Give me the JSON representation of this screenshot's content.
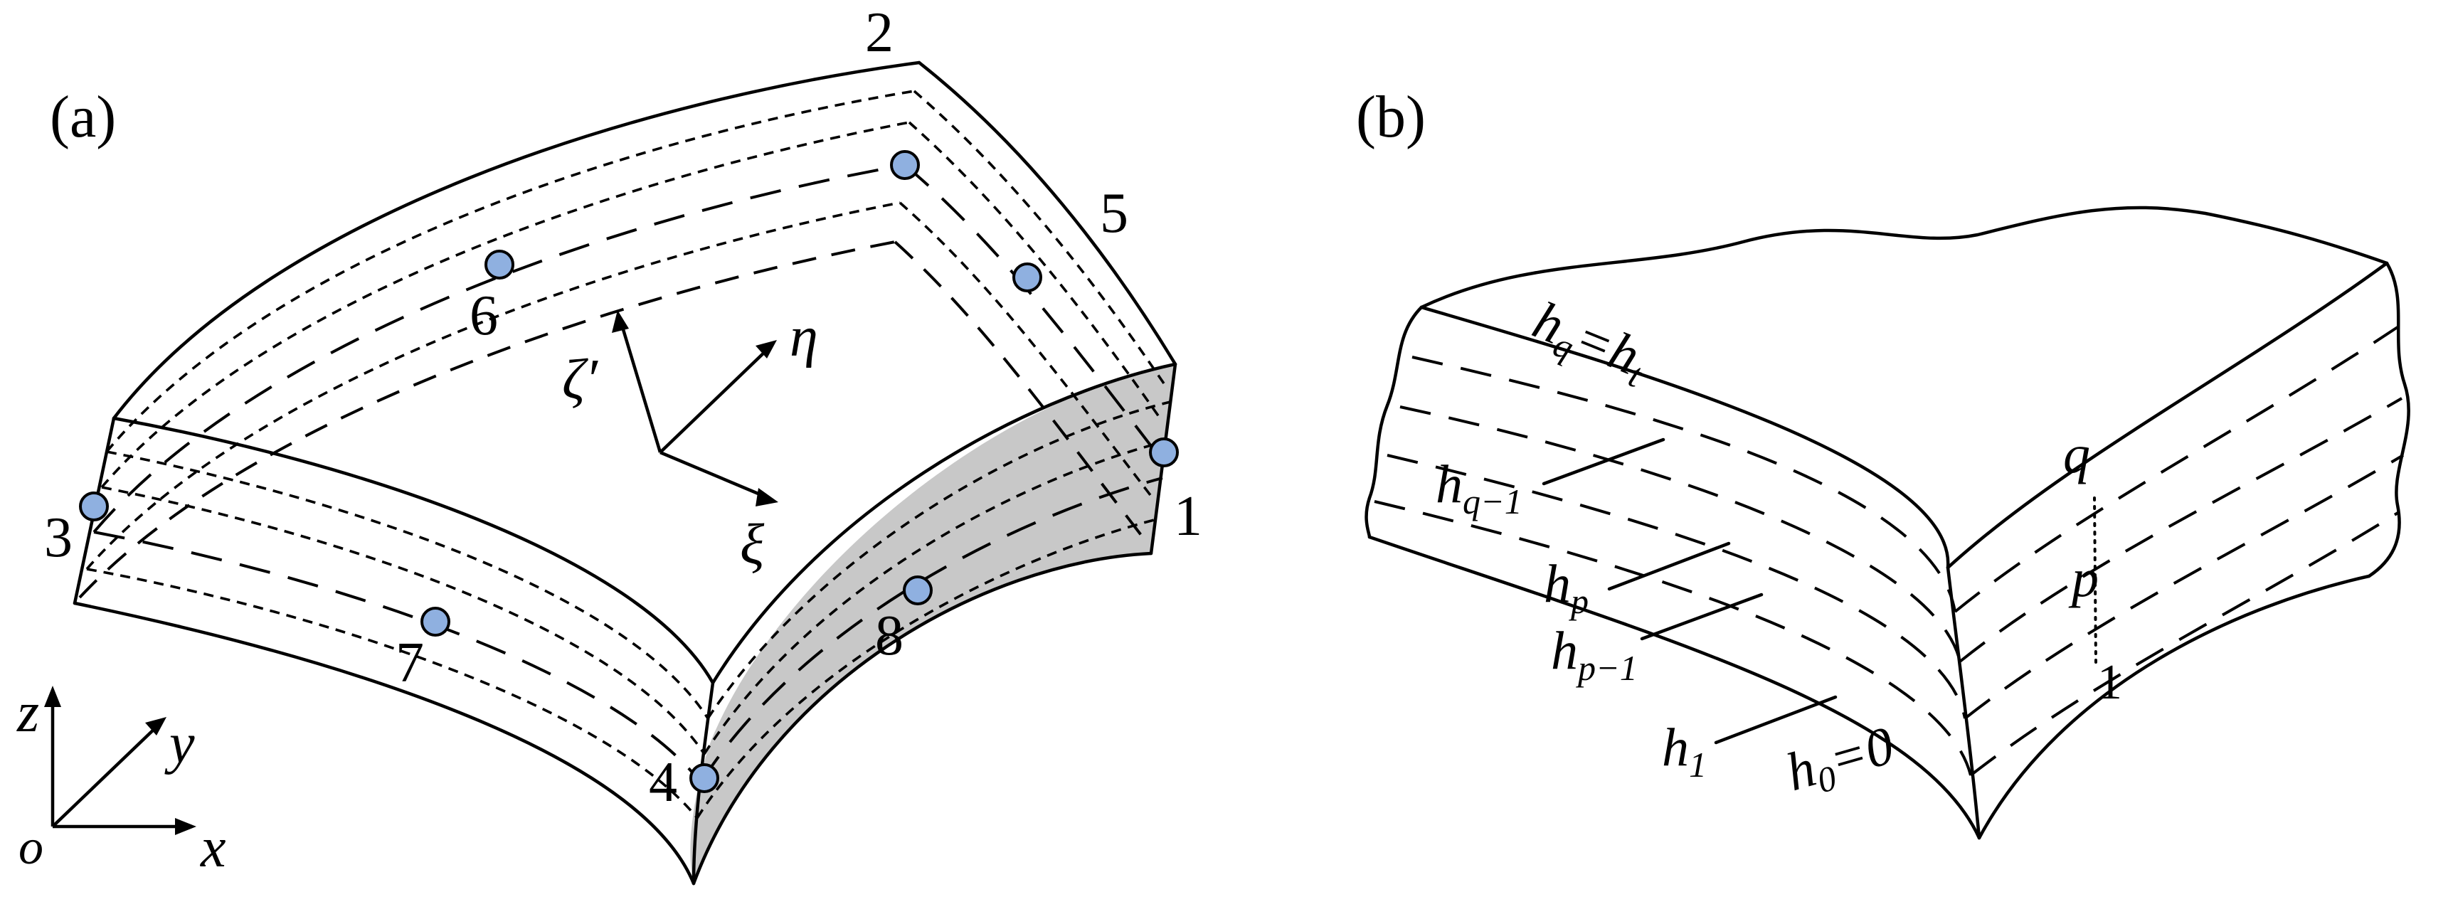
{
  "panel_a": {
    "label": "(a)",
    "nodes": [
      "1",
      "2",
      "3",
      "4",
      "5",
      "6",
      "7",
      "8"
    ],
    "local_axes": {
      "xi": "ξ",
      "eta": "η",
      "zeta": "ζ′"
    },
    "global_axes": {
      "x": "x",
      "y": "y",
      "z": "z",
      "origin": "o"
    },
    "node_color": "#8fb0e0",
    "shade_color": "#c8c8c8"
  },
  "panel_b": {
    "label": "(b)",
    "heights": {
      "h_q": "h",
      "h_q_sub": "q",
      "h_q_eq": "=",
      "h_t": "h",
      "h_t_sub": "t",
      "h_q_minus_1": "h",
      "h_q_minus_1_sub": "q−1",
      "h_p": "h",
      "h_p_sub": "p",
      "h_p_minus_1": "h",
      "h_p_minus_1_sub": "p−1",
      "h_1": "h",
      "h_1_sub": "1",
      "h_0": "h",
      "h_0_sub": "0",
      "h_0_eq": "=0"
    },
    "layers": {
      "q": "q",
      "p": "p",
      "one": "1"
    }
  }
}
